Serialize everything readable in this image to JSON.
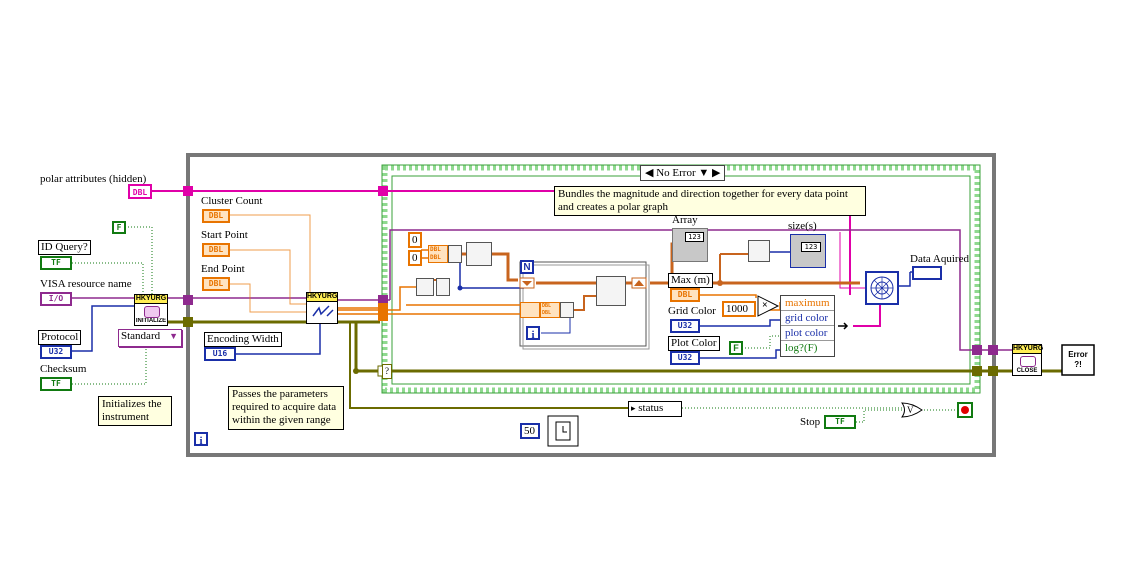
{
  "labels": {
    "polar_attributes": "polar attributes (hidden)",
    "id_query": "ID Query?",
    "visa_resource": "VISA resource name",
    "protocol": "Protocol",
    "checksum": "Checksum",
    "cluster_count": "Cluster Count",
    "start_point": "Start Point",
    "end_point": "End Point",
    "encoding_width": "Encoding Width",
    "array": "Array",
    "size": "size(s)",
    "max_m": "Max (m)",
    "grid_color": "Grid Color",
    "plot_color": "Plot Color",
    "data_aquired": "Data Aquired",
    "stop": "Stop",
    "status": "status"
  },
  "comments": {
    "initializes": "Initializes the instrument",
    "passes": "Passes the parameters required to acquire data within the given range",
    "bundles": "Bundles the magnitude and direction together for every data point and creates a polar graph"
  },
  "case_selector": {
    "value": "No Error",
    "left": "◀",
    "right": "▶",
    "arrow": "▼"
  },
  "standard_ring": {
    "value": "Standard",
    "arrow": "▼"
  },
  "terminals": {
    "tf": "TF",
    "dbl": "DBL",
    "u32": "U32",
    "u16": "U16",
    "io": "I/O",
    "f_const": "F",
    "i": "i",
    "N": "N",
    "num123": "123"
  },
  "constants": {
    "zero": "0",
    "thousand": "1000",
    "fifty": "50"
  },
  "bundle_fields": [
    "maximum",
    "grid color",
    "plot color",
    "log?(F)"
  ],
  "subvis": {
    "init": {
      "header": "HKYURG",
      "footer": "INITIALIZE"
    },
    "config": {
      "header": "HKYURG"
    },
    "close": {
      "header": "HKYURG",
      "footer": "CLOSE"
    }
  },
  "error_handler": "Error ?!",
  "multiply": "×",
  "or_gate": "V",
  "question": "?",
  "colors": {
    "pink_wire": "#e000a8",
    "purple_wire": "#8e2a8e",
    "orange_wire": "#e87400",
    "blue_wire": "#1a2fa8",
    "green_wire": "#117a11",
    "error_wire": "#6b6b00",
    "while_loop": "#777777",
    "case_frame": "#3aa03a"
  },
  "icons": {
    "init_vi": "hkyurg-initialize-icon",
    "config_vi": "hkyurg-configure-icon",
    "close_vi": "hkyurg-close-icon",
    "polar_graph": "polar-plot-icon",
    "wait": "wait-ms-icon",
    "stop": "stop-sign-icon"
  }
}
